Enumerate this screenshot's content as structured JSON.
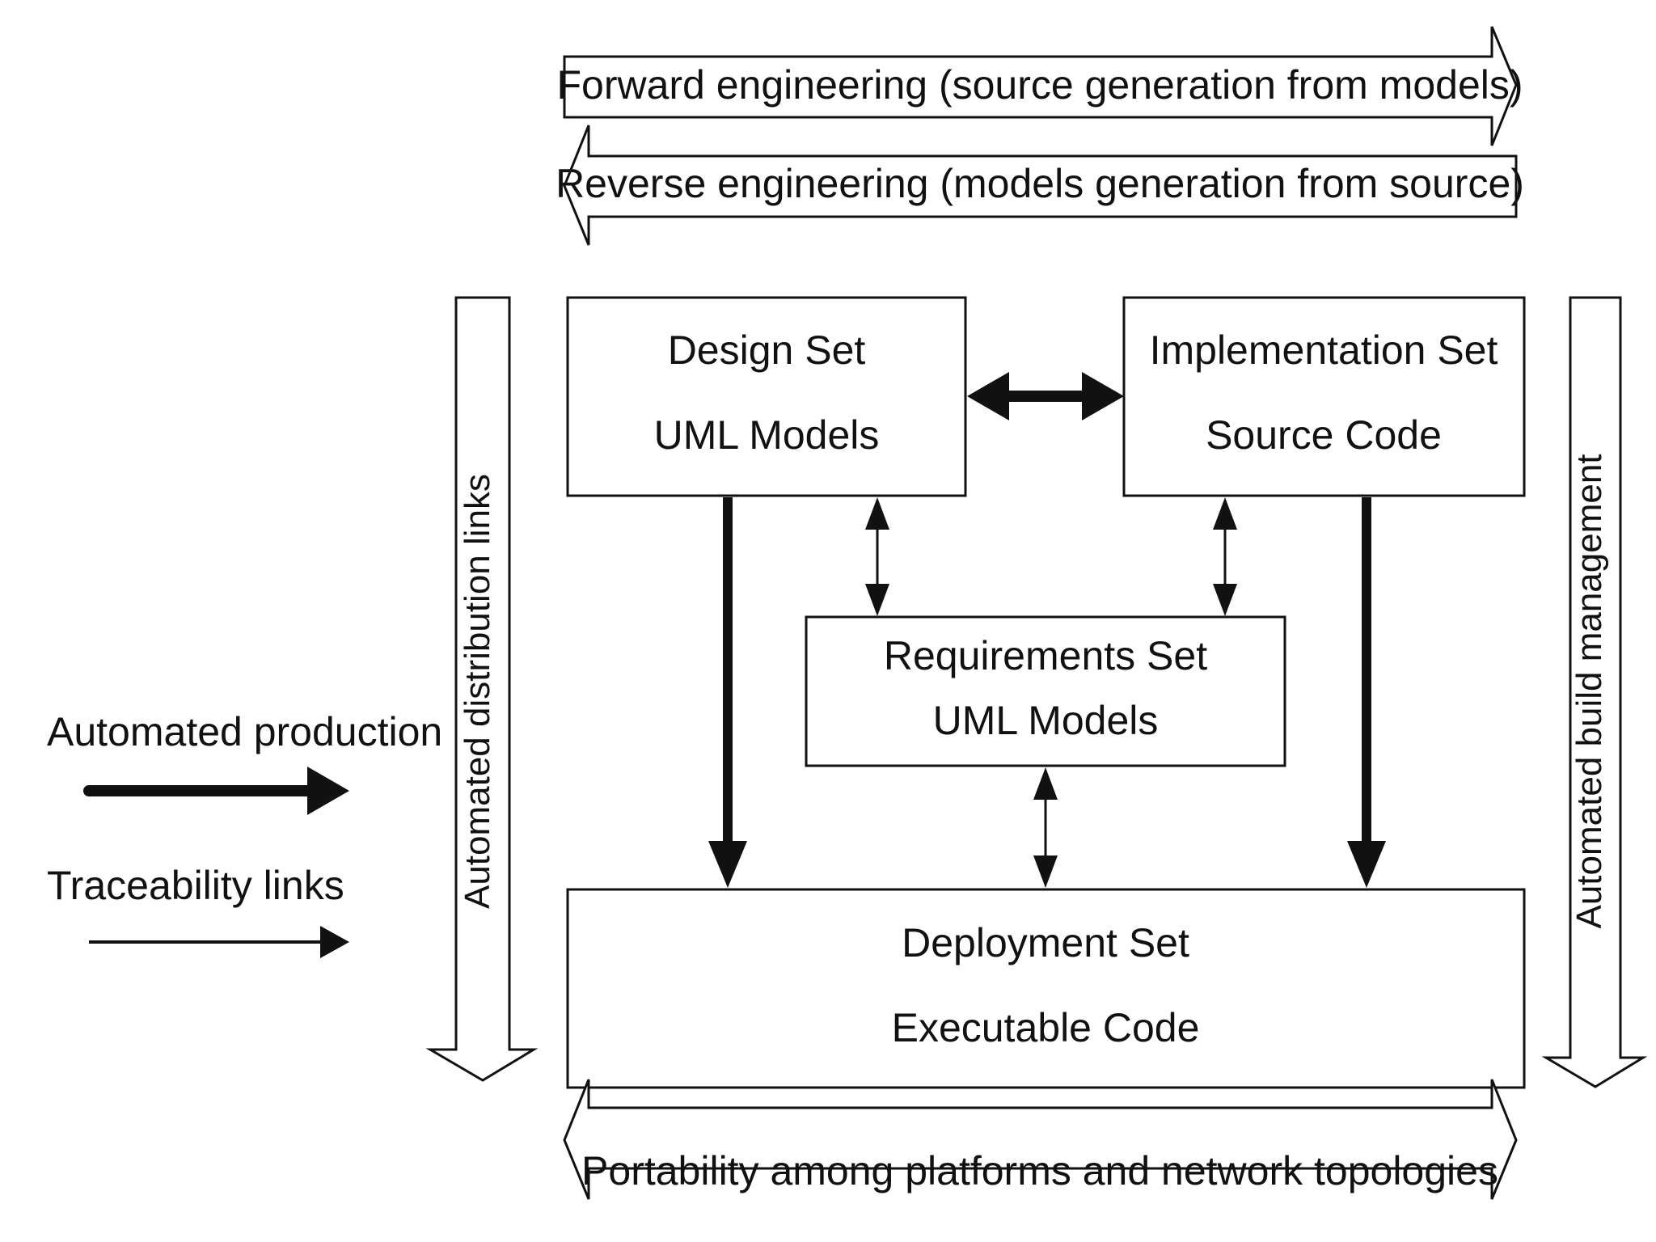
{
  "banners": {
    "forward": "Forward engineering (source generation from models)",
    "reverse": "Reverse engineering (models generation from source)",
    "portability": "Portability among platforms and network topologies"
  },
  "side_labels": {
    "left": "Automated distribution links",
    "right": "Automated build management"
  },
  "boxes": {
    "design": {
      "title": "Design Set",
      "subtitle": "UML Models"
    },
    "implementation": {
      "title": "Implementation Set",
      "subtitle": "Source Code"
    },
    "requirements": {
      "title": "Requirements Set",
      "subtitle": "UML Models"
    },
    "deployment": {
      "title": "Deployment Set",
      "subtitle": "Executable Code"
    }
  },
  "legend": {
    "automated_production": "Automated production",
    "traceability_links": "Traceability links"
  },
  "colors": {
    "ink": "#111111",
    "paper": "#ffffff"
  }
}
